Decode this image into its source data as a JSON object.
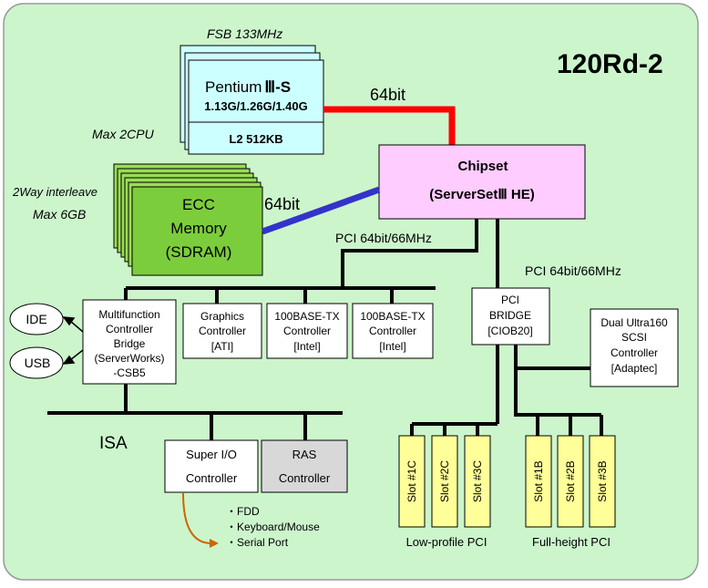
{
  "title": "120Rd-2",
  "cpu": {
    "fsb": "FSB 133MHz",
    "name": "Pentium",
    "name_roman": "Ⅲ",
    "name_suffix": "-S",
    "speeds": "1.13G/1.26G/1.40G",
    "cache": "L2 512KB",
    "max": "Max 2CPU"
  },
  "cpu_bus": "64bit",
  "memory": {
    "line1": "ECC",
    "line2": "Memory",
    "line3": "(SDRAM)",
    "interleave": "2Way interleave",
    "max": "Max 6GB",
    "bus": "64bit"
  },
  "chipset": {
    "line1": "Chipset",
    "line2_pre": "(ServerSet",
    "line2_roman": "Ⅲ",
    "line2_post": " HE)"
  },
  "pci_bus_1": "PCI 64bit/66MHz",
  "pci_bus_2": "PCI 64bit/66MHz",
  "csb5": {
    "lines": [
      "Multifunction",
      "Controller",
      "Bridge",
      "(ServerWorks)",
      "-CSB5"
    ]
  },
  "graphics": {
    "lines": [
      "Graphics",
      "Controller",
      "[ATI]"
    ]
  },
  "nic1": {
    "lines": [
      "100BASE-TX",
      "Controller",
      "[Intel]"
    ]
  },
  "nic2": {
    "lines": [
      "100BASE-TX",
      "Controller",
      "[Intel]"
    ]
  },
  "pci_bridge": {
    "lines": [
      "PCI",
      "BRIDGE",
      "[CIOB20]"
    ]
  },
  "scsi": {
    "lines": [
      "Dual Ultra160",
      "SCSI",
      "Controller",
      "[Adaptec]"
    ]
  },
  "ide": "IDE",
  "usb": "USB",
  "isa": "ISA",
  "superio": {
    "line1": "Super I/O",
    "line2": "Controller"
  },
  "ras": {
    "line1": "RAS",
    "line2": "Controller"
  },
  "legacy": [
    "FDD",
    "Keyboard/Mouse",
    "Serial Port"
  ],
  "low_slots": [
    "Slot #1C",
    "Slot #2C",
    "Slot #3C"
  ],
  "full_slots": [
    "Slot #1B",
    "Slot #2B",
    "Slot #3B"
  ],
  "low_label": "Low-profile PCI",
  "full_label": "Full-height PCI",
  "colors": {
    "background": "#ccf5cc",
    "cpu": "#ccffff",
    "memory": "#7ccd3c",
    "memory_stack": "#99dd55",
    "chipset": "#ffccff",
    "slot": "#ffff99",
    "ras": "#d8d8d8",
    "fsb_line": "#ff0000",
    "mem_line": "#3333cc",
    "arrow": "#cc6600"
  }
}
